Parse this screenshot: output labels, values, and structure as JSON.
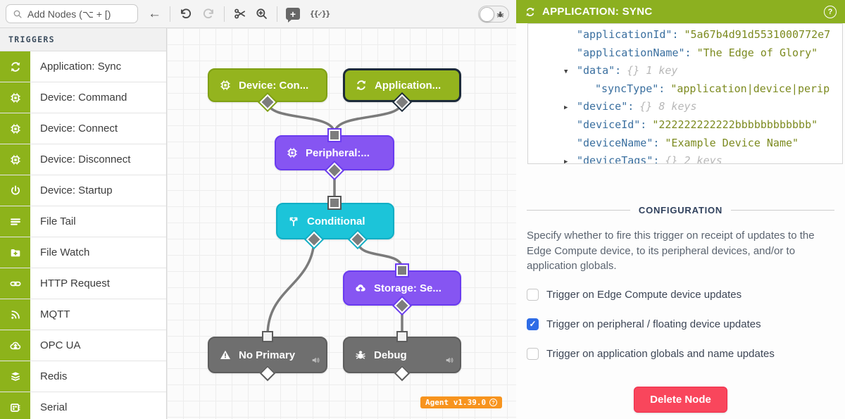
{
  "toolbar": {
    "search_placeholder": "Add Nodes (⌥ + [)"
  },
  "icons": {
    "back_arrow": "←",
    "note_plus": "+",
    "template_tester": "{{✓}}",
    "help": "?"
  },
  "sidebar": {
    "header": "TRIGGERS",
    "items": [
      {
        "icon": "sync-icon",
        "label": "Application: Sync"
      },
      {
        "icon": "chip-icon",
        "label": "Device: Command"
      },
      {
        "icon": "chip-icon",
        "label": "Device: Connect"
      },
      {
        "icon": "chip-icon",
        "label": "Device: Disconnect"
      },
      {
        "icon": "power-icon",
        "label": "Device: Startup"
      },
      {
        "icon": "lines-icon",
        "label": "File Tail"
      },
      {
        "icon": "folder-plus-icon",
        "label": "File Watch"
      },
      {
        "icon": "link-icon",
        "label": "HTTP Request"
      },
      {
        "icon": "signal-icon",
        "label": "MQTT"
      },
      {
        "icon": "cloud-arrows-icon",
        "label": "OPC UA"
      },
      {
        "icon": "layers-icon",
        "label": "Redis"
      },
      {
        "icon": "serial-chip-icon",
        "label": "Serial"
      }
    ]
  },
  "canvas": {
    "nodes": {
      "device_connect": "Device: Con...",
      "application_sync": "Application...",
      "peripheral": "Peripheral:...",
      "conditional": "Conditional",
      "storage": "Storage: Se...",
      "no_primary": "No Primary",
      "debug": "Debug"
    },
    "agent_badge": "Agent v1.39.0"
  },
  "panel": {
    "title": "APPLICATION: SYNC",
    "payload_lines": [
      {
        "k": "\"applicationId\":",
        "v": "\"5a67b4d91d5531000772e7"
      },
      {
        "k": "\"applicationName\":",
        "v": "\"The Edge of Glory\""
      },
      {
        "arrow": "▼",
        "k": "\"data\":",
        "meta": "{}  1 key"
      },
      {
        "k": "\"syncType\":",
        "v": "\"application|device|perip"
      },
      {
        "arrow": "▶",
        "k": "\"device\":",
        "meta": "{}  8 keys"
      },
      {
        "k": "\"deviceId\":",
        "v": "\"222222222222bbbbbbbbbbbb\""
      },
      {
        "k": "\"deviceName\":",
        "v": "\"Example Device Name\""
      },
      {
        "arrow": "▶",
        "k": "\"deviceTags\":",
        "meta": "{}  2 keys"
      }
    ],
    "configuration_label": "CONFIGURATION",
    "description": "Specify whether to fire this trigger on receipt of updates to the Edge Compute device, to its peripheral devices, and/or to application globals.",
    "checkboxes": [
      {
        "label": "Trigger on Edge Compute device updates",
        "checked": false
      },
      {
        "label": "Trigger on peripheral / floating device updates",
        "checked": true
      },
      {
        "label": "Trigger on application globals and name updates",
        "checked": false
      }
    ],
    "delete_label": "Delete Node"
  },
  "colors": {
    "accent_green": "#8db31b",
    "node_green": "#94b41e",
    "node_purple": "#8655f2",
    "node_cyan": "#1cc4d9",
    "node_gray": "#6f6f6f",
    "checkbox_blue": "#2e6ce6",
    "delete_red": "#f9465c",
    "badge_orange": "#f7941e"
  }
}
